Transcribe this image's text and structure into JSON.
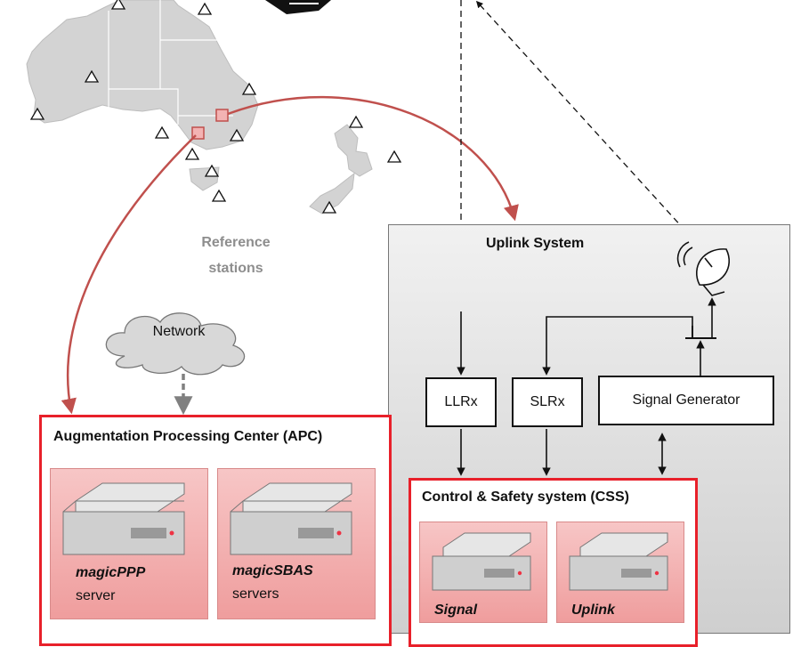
{
  "reference_stations_label": [
    "Reference",
    "stations"
  ],
  "network_label": "Network",
  "uplink_system": {
    "title": "Uplink System",
    "receivers": [
      "LLRx",
      "SLRx"
    ],
    "signal_generator": "Signal Generator"
  },
  "apc": {
    "title": "Augmentation Processing Center (APC)",
    "servers": [
      {
        "name": "magicPPP",
        "role": "server"
      },
      {
        "name": "magicSBAS",
        "role": "servers"
      }
    ]
  },
  "css": {
    "title": "Control & Safety system (CSS)",
    "servers": [
      {
        "name": "Signal"
      },
      {
        "name": "Uplink"
      }
    ]
  },
  "colors": {
    "link_arrow": "#c0504d",
    "red_border": "#e8202a",
    "map_fill": "#d3d3d3",
    "server_card": "#f2aaaa"
  }
}
